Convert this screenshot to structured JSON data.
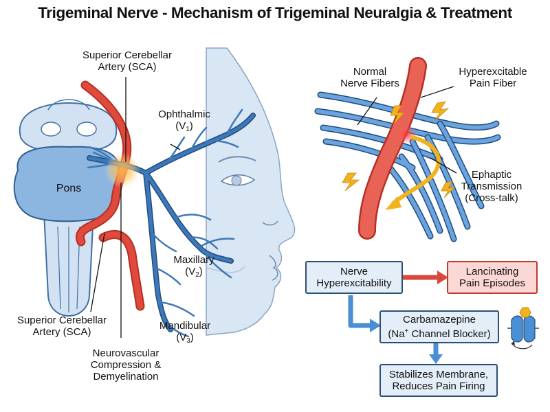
{
  "title": "Trigeminal Nerve - Mechanism of Trigeminal Neuralgia & Treatment",
  "anatomy": {
    "pons": "Pons",
    "sca_top": [
      "Superior Cerebellar",
      "Artery (SCA)"
    ],
    "sca_bottom": [
      "Superior Cerebellar",
      "Artery (SCA)"
    ],
    "compression": [
      "Neurovascular",
      "Compression &",
      "Demyelination"
    ],
    "ophthalmic": "Ophthalmic",
    "ophthalmic_code": "(V",
    "ophthalmic_sub": "1",
    "maxillary": "Maxillary",
    "maxillary_code": "(V",
    "maxillary_sub": "2",
    "mandibular": "Mandibular",
    "mandibular_code": "(V",
    "mandibular_sub": "3",
    "code_close": ")"
  },
  "inset": {
    "normal": [
      "Normal",
      "Nerve Fibers"
    ],
    "hyper": [
      "Hyperexcitable",
      "Pain Fiber"
    ],
    "ephaptic": [
      "Ephaptic",
      "Transmission",
      "(Cross-talk)"
    ]
  },
  "flow": {
    "nerve_hyper": [
      "Nerve",
      "Hyperexcitability"
    ],
    "pain": [
      "Lancinating",
      "Pain Episodes"
    ],
    "carbamazepine": "Carbamazepine",
    "blocker_pre": "(Na",
    "blocker_sup": "+",
    "blocker_post": " Channel Blocker)",
    "stabilizes": [
      "Stabilizes Membrane,",
      "Reduces Pain Firing"
    ]
  },
  "colors": {
    "nerve": "#3d78b8",
    "artery": "#e04a3c",
    "brain": "#8cb6e0",
    "skin": "#d9e6f3",
    "arrow_blue": "#4a8fd4",
    "arrow_red": "#d9483b",
    "spark": "#f2b21b"
  }
}
